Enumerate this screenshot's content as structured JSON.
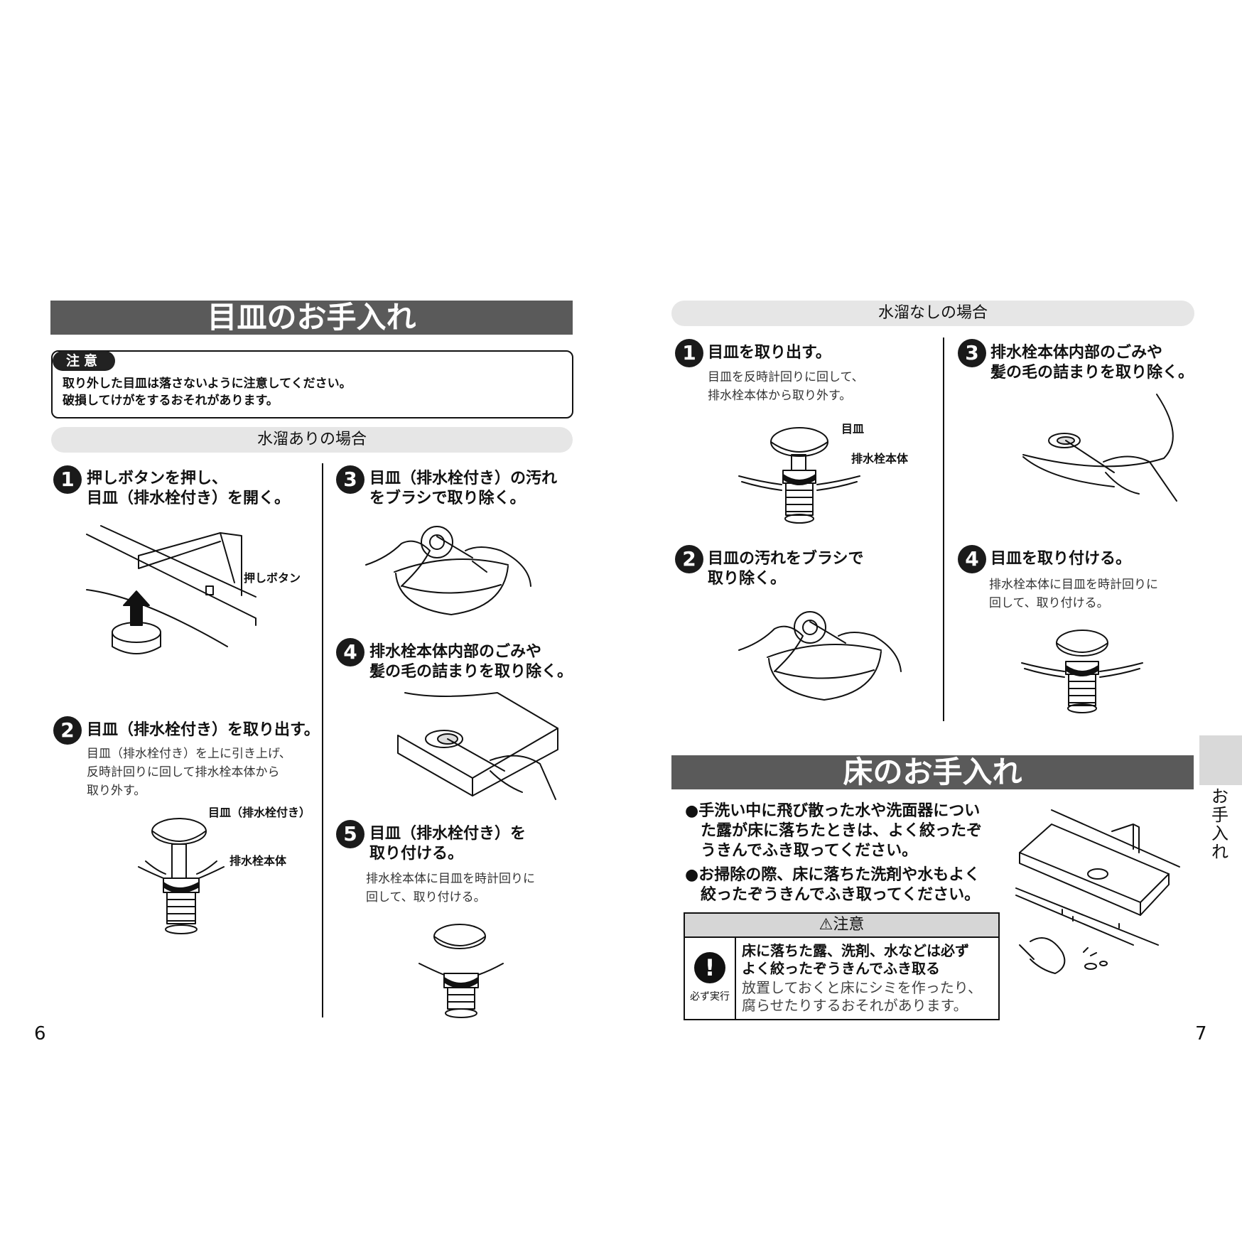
{
  "left": {
    "title": "目皿のお手入れ",
    "caution": {
      "tag": "注意",
      "line1": "取り外した目皿は落さないように注意してください。",
      "line2": "破損してけがをするおそれがあります。"
    },
    "section": "水溜ありの場合",
    "steps": [
      {
        "num": "1",
        "title": "押しボタンを押し、\n目皿（排水栓付き）を開く。",
        "label": "押しボタン"
      },
      {
        "num": "2",
        "title": "目皿（排水栓付き）を取り出す。",
        "desc": "目皿（排水栓付き）を上に引き上げ、\n反時計回りに回して排水栓本体から\n取り外す。",
        "label1": "目皿（排水栓付き）",
        "label2": "排水栓本体"
      },
      {
        "num": "3",
        "title": "目皿（排水栓付き）の汚れ\nをブラシで取り除く。"
      },
      {
        "num": "4",
        "title": "排水栓本体内部のごみや\n髪の毛の詰まりを取り除く。"
      },
      {
        "num": "5",
        "title": "目皿（排水栓付き）を\n取り付ける。",
        "desc": "排水栓本体に目皿を時計回りに\n回して、取り付ける。"
      }
    ],
    "page": "6"
  },
  "right": {
    "section": "水溜なしの場合",
    "steps": [
      {
        "num": "1",
        "title": "目皿を取り出す。",
        "desc": "目皿を反時計回りに回して、\n排水栓本体から取り外す。",
        "label1": "目皿",
        "label2": "排水栓本体"
      },
      {
        "num": "2",
        "title": "目皿の汚れをブラシで\n取り除く。"
      },
      {
        "num": "3",
        "title": "排水栓本体内部のごみや\n髪の毛の詰まりを取り除く。"
      },
      {
        "num": "4",
        "title": "目皿を取り付ける。",
        "desc": "排水栓本体に目皿を時計回りに\n回して、取り付ける。"
      }
    ],
    "floor": {
      "title": "床のお手入れ",
      "bullet1": "●手洗い中に飛び散った水や洗面器につい\n　た露が床に落ちたときは、よく絞ったぞ\n　うきんでふき取ってください。",
      "bullet2": "●お掃除の際、床に落ちた洗剤や水もよく\n　絞ったぞうきんでふき取ってください。"
    },
    "warning": {
      "head": "注意",
      "icon_label": "必ず実行",
      "title": "床に落ちた露、洗剤、水などは必ず\nよく絞ったぞうきんでふき取る",
      "desc": "放置しておくと床にシミを作ったり、\n腐らせたりするおそれがあります。"
    },
    "side_tab": "お手入れ",
    "page": "7"
  }
}
